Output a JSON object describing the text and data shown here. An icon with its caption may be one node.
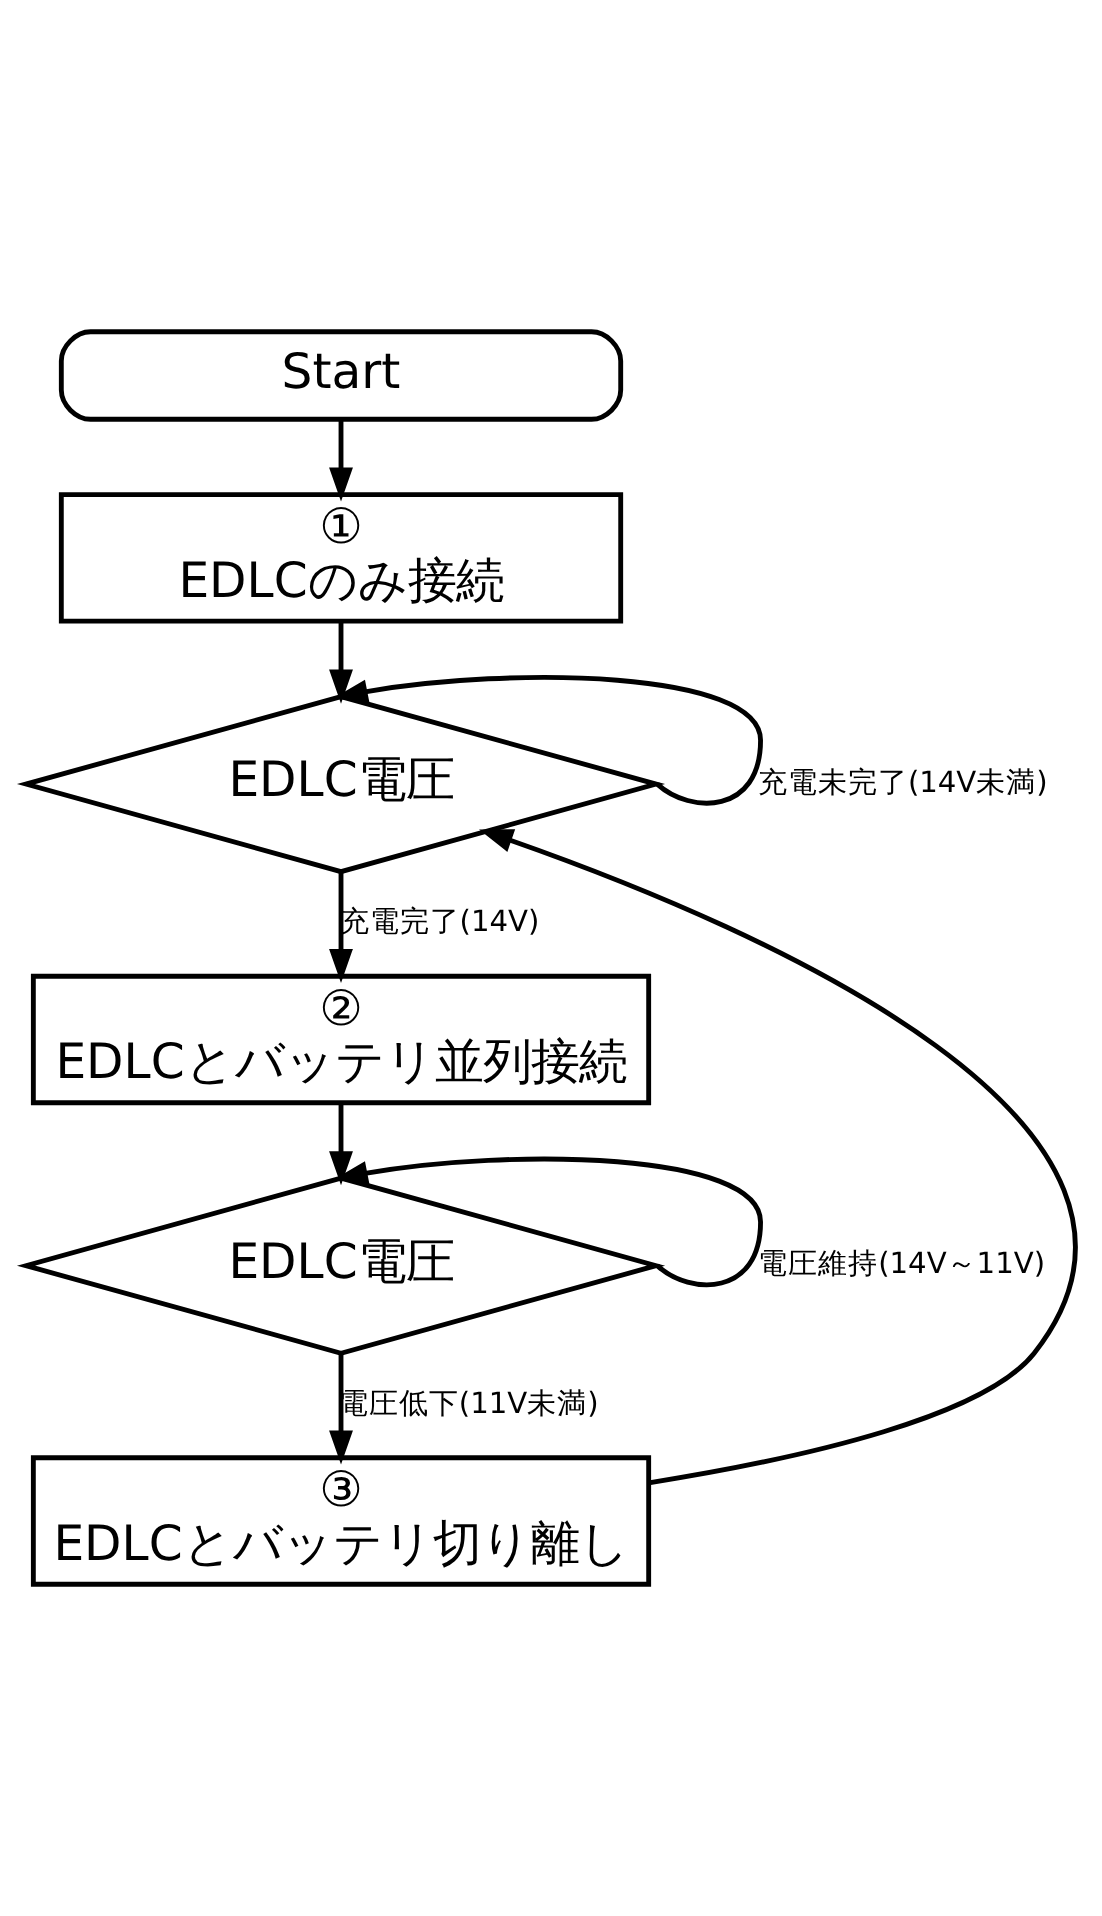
{
  "diagram": {
    "nodes": [
      {
        "text": [
          "Start"
        ]
      },
      {
        "text": [
          "①",
          "EDLCのみ接続"
        ]
      },
      {
        "text": [
          "EDLC電圧"
        ]
      },
      {
        "text": [
          "②",
          "EDLCとバッテリ並列接続"
        ]
      },
      {
        "text": [
          "EDLC電圧"
        ]
      },
      {
        "text": [
          "③",
          "EDLCとバッテリ切り離し"
        ]
      }
    ],
    "edges": [
      {
        "from": 0,
        "to": 1,
        "arrow": "to"
      },
      {
        "from": 1,
        "to": 2,
        "arrow": "to"
      },
      {
        "from": 2,
        "to": 2,
        "arrow": "to",
        "label": "充電未完了(14V未満)"
      },
      {
        "from": 2,
        "to": 3,
        "arrow": "to",
        "label": "充電完了(14V)"
      },
      {
        "from": 3,
        "to": 4,
        "arrow": "to"
      },
      {
        "from": 4,
        "to": 4,
        "arrow": "to",
        "label": "電圧維持(14V～11V)"
      },
      {
        "from": 4,
        "to": 5,
        "arrow": "to",
        "label": "電圧低下(11V未満)"
      },
      {
        "from": 5,
        "to": 2,
        "arrow": "to"
      }
    ]
  }
}
